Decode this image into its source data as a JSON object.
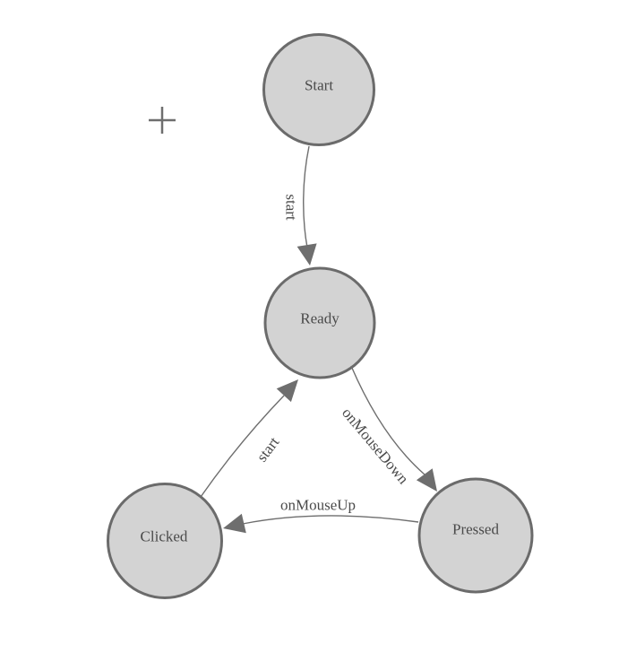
{
  "colors": {
    "background": "#ffffff",
    "node_fill": "#d3d3d3",
    "node_stroke": "#6b6b6b",
    "edge": "#6e6e6e",
    "label_text": "#4a4a4a",
    "crosshair": "#6e6e6e"
  },
  "diagram": {
    "type": "state-machine",
    "nodes": [
      {
        "id": "start",
        "label": "Start"
      },
      {
        "id": "ready",
        "label": "Ready"
      },
      {
        "id": "clicked",
        "label": "Clicked"
      },
      {
        "id": "pressed",
        "label": "Pressed"
      }
    ],
    "edges": [
      {
        "from": "Start",
        "to": "Ready",
        "label": "start"
      },
      {
        "from": "Ready",
        "to": "Pressed",
        "label": "onMouseDown"
      },
      {
        "from": "Pressed",
        "to": "Clicked",
        "label": "onMouseUp"
      },
      {
        "from": "Clicked",
        "to": "Ready",
        "label": "start"
      }
    ]
  }
}
